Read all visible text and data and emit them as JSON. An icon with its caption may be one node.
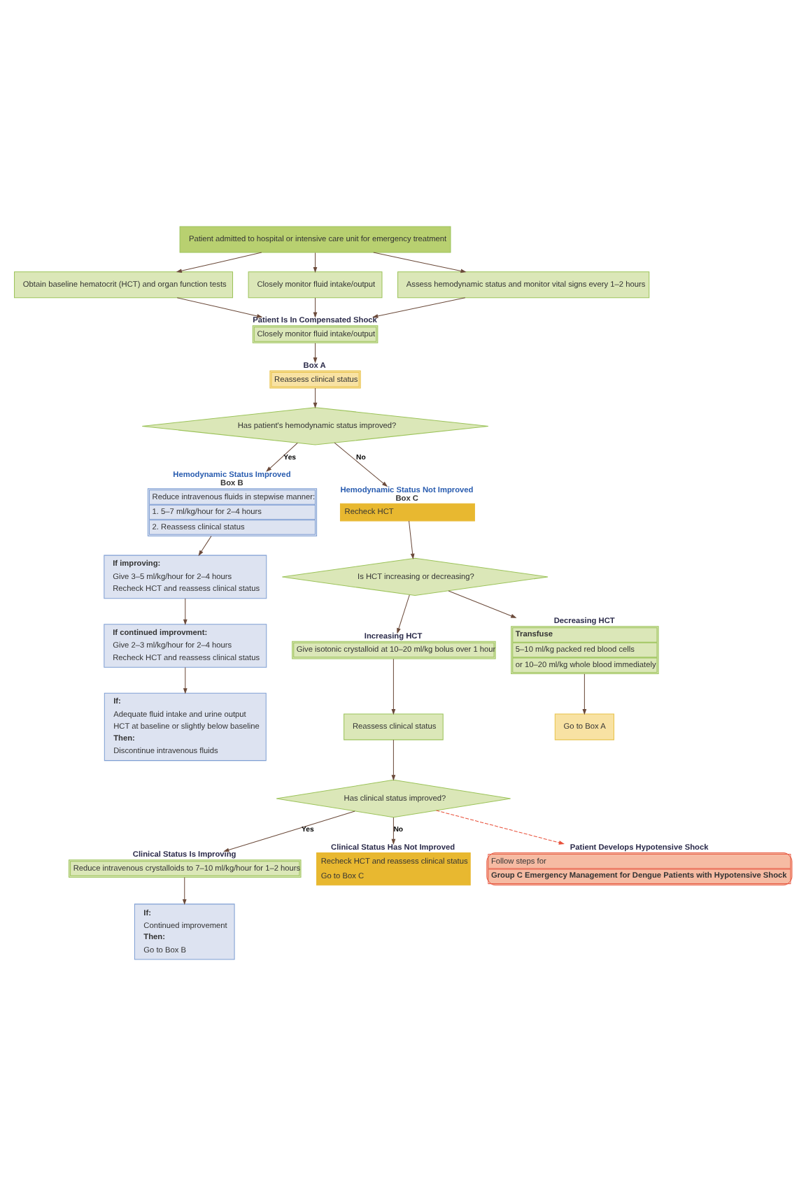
{
  "diagram": {
    "nodes": [
      {
        "text": [
          "Patient admitted to hospital or intensive care unit for emergency treatment"
        ]
      },
      {
        "text": [
          "Obtain baseline hematocrit (HCT) and organ function tests"
        ]
      },
      {
        "text": [
          "Closely monitor fluid intake/output"
        ]
      },
      {
        "text": [
          "Assess hemodynamic status and monitor vital signs every 1–2 hours"
        ]
      },
      {
        "text": [
          "Patient Is In Compensated Shock",
          "Closely monitor fluid intake/output"
        ]
      },
      {
        "text": [
          "Box A",
          "Reassess clinical status"
        ]
      },
      {
        "text": [
          "Has patient's hemodynamic status improved?"
        ]
      },
      {
        "text": [
          "Hemodynamic Status Improved",
          "Box B",
          "Reduce intravenous fluids in stepwise manner:",
          "1. 5–7 ml/kg/hour for 2–4 hours",
          "2. Reassess clinical status"
        ]
      },
      {
        "text": [
          "If improving:",
          "Give 3–5 ml/kg/hour for 2–4 hours",
          "Recheck HCT and reassess clinical status"
        ]
      },
      {
        "text": [
          "If continued improvment:",
          "Give 2–3 ml/kg/hour for 2–4 hours",
          "Recheck HCT and reassess clinical status"
        ]
      },
      {
        "text": [
          "If:",
          "Adequate fluid intake and urine output",
          "HCT at baseline or slightly below baseline",
          "Then:",
          "Discontinue intravenous fluids"
        ]
      },
      {
        "text": [
          "Hemodynamic Status Not Improved",
          "Box C",
          "Recheck HCT"
        ]
      },
      {
        "text": [
          "Is HCT increasing or decreasing?"
        ]
      },
      {
        "text": [
          "Increasing HCT",
          "Give isotonic crystalloid at 10–20 ml/kg bolus over 1 hour"
        ]
      },
      {
        "text": [
          "Reassess clinical status"
        ]
      },
      {
        "text": [
          "Has clinical status improved?"
        ]
      },
      {
        "text": [
          "Clinical Status Is Improving",
          "Reduce intravenous crystalloids to 7–10 ml/kg/hour for 1–2 hours"
        ]
      },
      {
        "text": [
          "If:",
          "Continued improvement",
          "Then:",
          "Go to Box B"
        ]
      },
      {
        "text": [
          "Clinical Status Has Not Improved",
          "Recheck HCT and reassess clinical status",
          "Go to Box C"
        ]
      },
      {
        "text": [
          "Decreasing HCT",
          "Transfuse",
          "5–10 ml/kg packed red blood cells",
          "or 10–20 ml/kg whole blood immediately"
        ]
      },
      {
        "text": [
          "Go to Box A"
        ]
      },
      {
        "text": [
          "Patient Develops Hypotensive Shock",
          "Follow steps for",
          "Group C Emergency Management for Dengue Patients with Hypotensive Shock"
        ]
      }
    ],
    "edges": [
      {
        "from": 0,
        "to": 1,
        "arrow": "to"
      },
      {
        "from": 0,
        "to": 2,
        "arrow": "to"
      },
      {
        "from": 0,
        "to": 3,
        "arrow": "to"
      },
      {
        "from": 1,
        "to": 4,
        "arrow": "to"
      },
      {
        "from": 2,
        "to": 4,
        "arrow": "to"
      },
      {
        "from": 3,
        "to": 4,
        "arrow": "to"
      },
      {
        "from": 4,
        "to": 5,
        "arrow": "to"
      },
      {
        "from": 5,
        "to": 6,
        "arrow": "to"
      },
      {
        "from": 6,
        "to": 7,
        "arrow": "to",
        "label": "Yes"
      },
      {
        "from": 6,
        "to": 11,
        "arrow": "to",
        "label": "No"
      },
      {
        "from": 7,
        "to": 8,
        "arrow": "to"
      },
      {
        "from": 8,
        "to": 9,
        "arrow": "to"
      },
      {
        "from": 9,
        "to": 10,
        "arrow": "to"
      },
      {
        "from": 11,
        "to": 12,
        "arrow": "to"
      },
      {
        "from": 12,
        "to": 13,
        "arrow": "to"
      },
      {
        "from": 12,
        "to": 19,
        "arrow": "to"
      },
      {
        "from": 13,
        "to": 14,
        "arrow": "to"
      },
      {
        "from": 14,
        "to": 15,
        "arrow": "to"
      },
      {
        "from": 15,
        "to": 16,
        "arrow": "to",
        "label": "Yes"
      },
      {
        "from": 15,
        "to": 18,
        "arrow": "to",
        "label": "No"
      },
      {
        "from": 15,
        "to": 21,
        "arrow": "to",
        "style": "dashed",
        "color": "#e8503a"
      },
      {
        "from": 16,
        "to": 17,
        "arrow": "to"
      },
      {
        "from": 19,
        "to": 20,
        "arrow": "to"
      }
    ]
  }
}
